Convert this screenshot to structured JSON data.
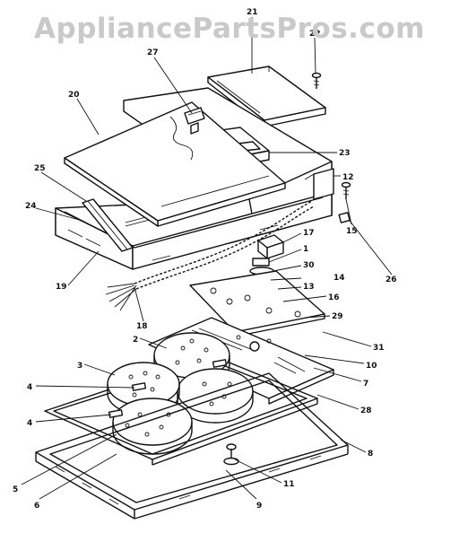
{
  "watermark": "AppliancePartsPros.com",
  "callouts": [
    {
      "id": "c21",
      "text": "21"
    },
    {
      "id": "c27",
      "text": "27"
    },
    {
      "id": "c22",
      "text": "22"
    },
    {
      "id": "c20",
      "text": "20"
    },
    {
      "id": "c23",
      "text": "23"
    },
    {
      "id": "c12",
      "text": "12"
    },
    {
      "id": "c25",
      "text": "25"
    },
    {
      "id": "c24",
      "text": "24"
    },
    {
      "id": "c15",
      "text": "15"
    },
    {
      "id": "c26",
      "text": "26"
    },
    {
      "id": "c17",
      "text": "17"
    },
    {
      "id": "c1",
      "text": "1"
    },
    {
      "id": "c30",
      "text": "30"
    },
    {
      "id": "c14",
      "text": "14"
    },
    {
      "id": "c13",
      "text": "13"
    },
    {
      "id": "c16",
      "text": "16"
    },
    {
      "id": "c29",
      "text": "29"
    },
    {
      "id": "c19",
      "text": "19"
    },
    {
      "id": "c18",
      "text": "18"
    },
    {
      "id": "c31",
      "text": "31"
    },
    {
      "id": "c2",
      "text": "2"
    },
    {
      "id": "c10",
      "text": "10"
    },
    {
      "id": "c3",
      "text": "3"
    },
    {
      "id": "c7",
      "text": "7"
    },
    {
      "id": "c4a",
      "text": "4"
    },
    {
      "id": "c28",
      "text": "28"
    },
    {
      "id": "c4b",
      "text": "4"
    },
    {
      "id": "c8",
      "text": "8"
    },
    {
      "id": "c11",
      "text": "11"
    },
    {
      "id": "c5",
      "text": "5"
    },
    {
      "id": "c9",
      "text": "9"
    },
    {
      "id": "c6",
      "text": "6"
    }
  ]
}
